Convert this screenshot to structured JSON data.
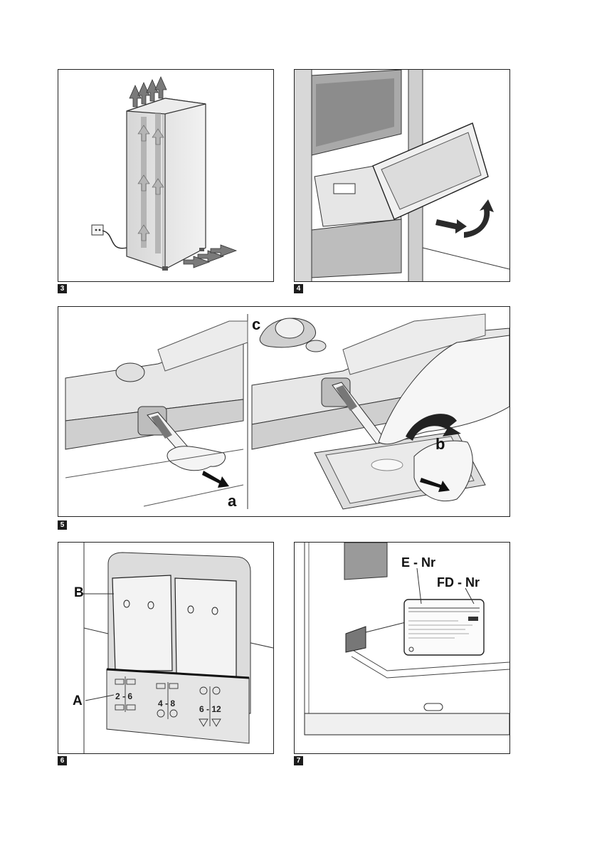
{
  "figures": [
    {
      "number": "3"
    },
    {
      "number": "4"
    },
    {
      "number": "5",
      "labels": {
        "a": "a",
        "b": "b",
        "c": "c"
      }
    },
    {
      "number": "6",
      "labels": {
        "A": "A",
        "B": "B"
      },
      "ranges": [
        "2 - 6",
        "4 - 8",
        "6 - 12"
      ]
    },
    {
      "number": "7",
      "labels": {
        "e_nr": "E - Nr",
        "fd_nr": "FD - Nr"
      }
    }
  ]
}
